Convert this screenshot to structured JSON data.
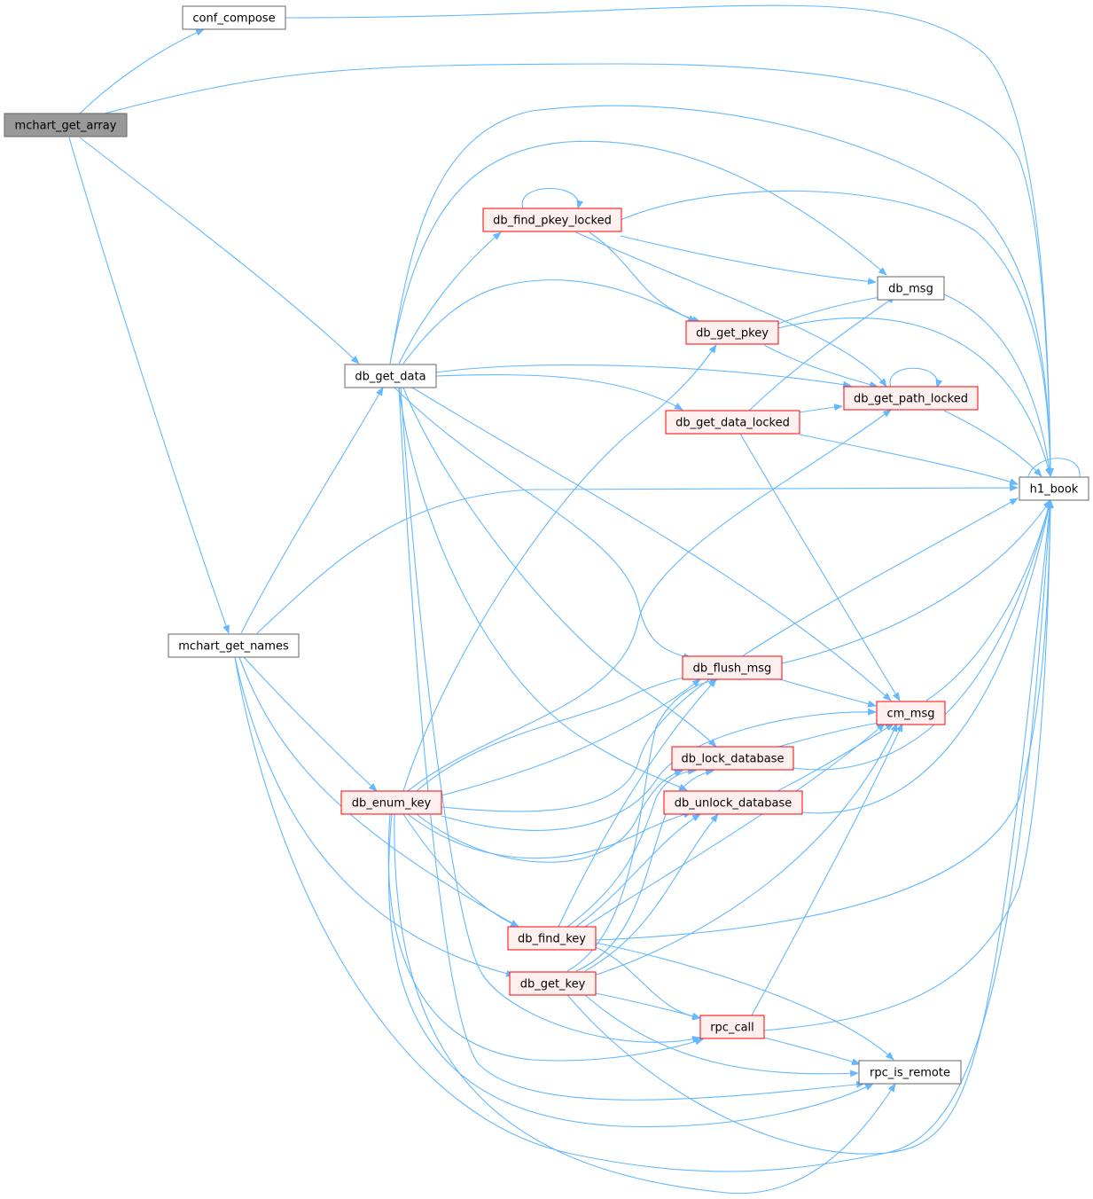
{
  "diagram": {
    "edge_color": "#63b8ff",
    "nodes": [
      {
        "id": "mchart_get_array",
        "label": "mchart_get_array",
        "style": "root"
      },
      {
        "id": "conf_compose",
        "label": "conf_compose",
        "style": "plain"
      },
      {
        "id": "db_get_data",
        "label": "db_get_data",
        "style": "plain"
      },
      {
        "id": "mchart_get_names",
        "label": "mchart_get_names",
        "style": "plain"
      },
      {
        "id": "db_find_pkey_locked",
        "label": "db_find_pkey_locked",
        "style": "red"
      },
      {
        "id": "db_msg",
        "label": "db_msg",
        "style": "plain"
      },
      {
        "id": "db_get_pkey",
        "label": "db_get_pkey",
        "style": "red"
      },
      {
        "id": "db_get_path_locked",
        "label": "db_get_path_locked",
        "style": "red"
      },
      {
        "id": "db_get_data_locked",
        "label": "db_get_data_locked",
        "style": "red"
      },
      {
        "id": "h1_book",
        "label": "h1_book",
        "style": "plain"
      },
      {
        "id": "db_flush_msg",
        "label": "db_flush_msg",
        "style": "red"
      },
      {
        "id": "cm_msg",
        "label": "cm_msg",
        "style": "red"
      },
      {
        "id": "db_lock_database",
        "label": "db_lock_database",
        "style": "red"
      },
      {
        "id": "db_unlock_database",
        "label": "db_unlock_database",
        "style": "red"
      },
      {
        "id": "db_enum_key",
        "label": "db_enum_key",
        "style": "red"
      },
      {
        "id": "db_find_key",
        "label": "db_find_key",
        "style": "red"
      },
      {
        "id": "db_get_key",
        "label": "db_get_key",
        "style": "red"
      },
      {
        "id": "rpc_call",
        "label": "rpc_call",
        "style": "red"
      },
      {
        "id": "rpc_is_remote",
        "label": "rpc_is_remote",
        "style": "plain"
      }
    ]
  }
}
